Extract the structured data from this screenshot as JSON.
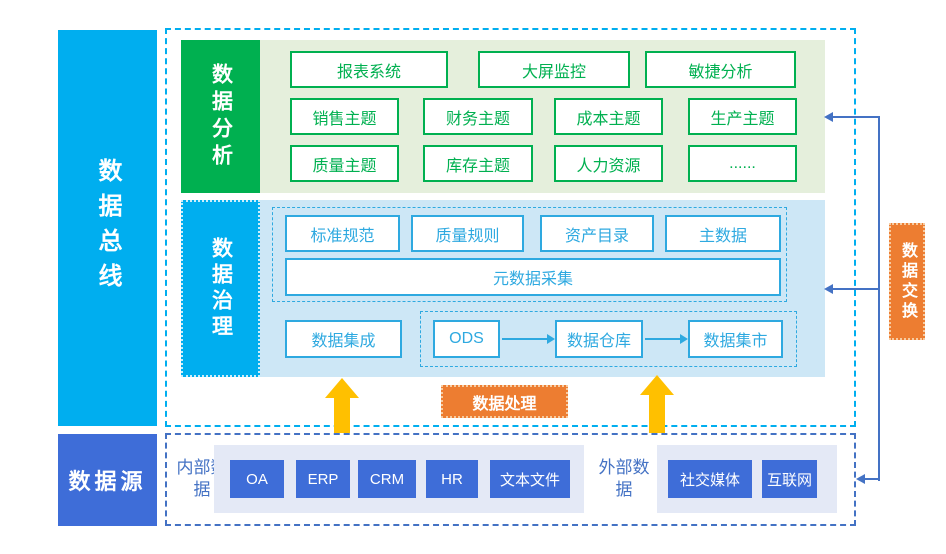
{
  "colors": {
    "cyan": "#00AEEF",
    "box_cyan": "#2EA9E0",
    "green": "#00B050",
    "light_green": "#E5EFDC",
    "light_blue": "#CDE7F6",
    "royal_blue": "#4472C4",
    "fill_blue": "#3E6DD8",
    "lavender": "#E4E9F6",
    "orange": "#ED7D31",
    "yellow": "#FFC000"
  },
  "bus": {
    "label": "数据总线"
  },
  "analysis": {
    "label": "数据分析",
    "apps": [
      "报表系统",
      "大屏监控",
      "敏捷分析"
    ],
    "themes": [
      "销售主题",
      "财务主题",
      "成本主题",
      "生产主题",
      "质量主题",
      "库存主题",
      "人力资源",
      "......"
    ]
  },
  "governance": {
    "label": "数据治理",
    "standards": [
      "标准规范",
      "质量规则",
      "资产目录",
      "主数据"
    ],
    "metadata": "元数据采集",
    "integration": "数据集成",
    "flow": [
      "ODS",
      "数据仓库",
      "数据集市"
    ]
  },
  "processing": {
    "label": "数据处理"
  },
  "exchange": {
    "label": "数据交换"
  },
  "source": {
    "label": "数据源",
    "internal": {
      "label": "内部数据",
      "items": [
        "OA",
        "ERP",
        "CRM",
        "HR",
        "文本文件"
      ]
    },
    "external": {
      "label": "外部数据",
      "items": [
        "社交媒体",
        "互联网"
      ]
    }
  }
}
